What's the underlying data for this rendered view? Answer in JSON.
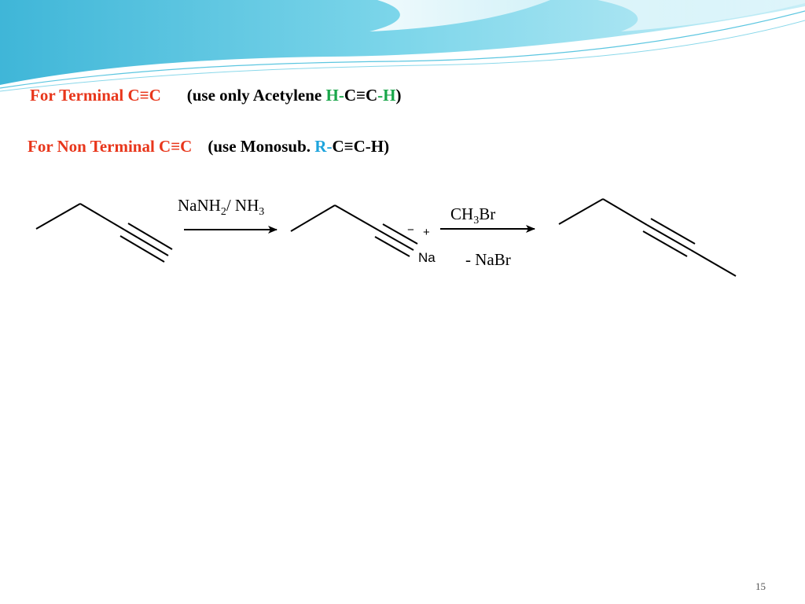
{
  "colors": {
    "red": "#e8361b",
    "green": "#1aa64a",
    "blue": "#1ea4dc",
    "header_wave": "#5cc6e0"
  },
  "line1": {
    "label": "For Terminal C≡C",
    "open": "(use only Acetylene ",
    "h_left": "H-",
    "core": "C≡C",
    "dash": "-",
    "h_right": "H",
    "close": ")"
  },
  "line2": {
    "label": "For Non Terminal C≡C",
    "open": "(use Monosub. ",
    "r_group": "R-",
    "rest": "C≡C-H)"
  },
  "scheme": {
    "step1": {
      "reagent_a": "NaNH",
      "reagent_a_sub": "2",
      "reagent_b": "/ NH",
      "reagent_b_sub": "3"
    },
    "intermediate": {
      "charge_minus": "−",
      "charge_plus": "+",
      "counterion": "Na"
    },
    "step2": {
      "reagent": "CH",
      "reagent_sub": "3",
      "reagent_end": "Br",
      "byproduct": "- NaBr"
    }
  },
  "page_number": "15"
}
